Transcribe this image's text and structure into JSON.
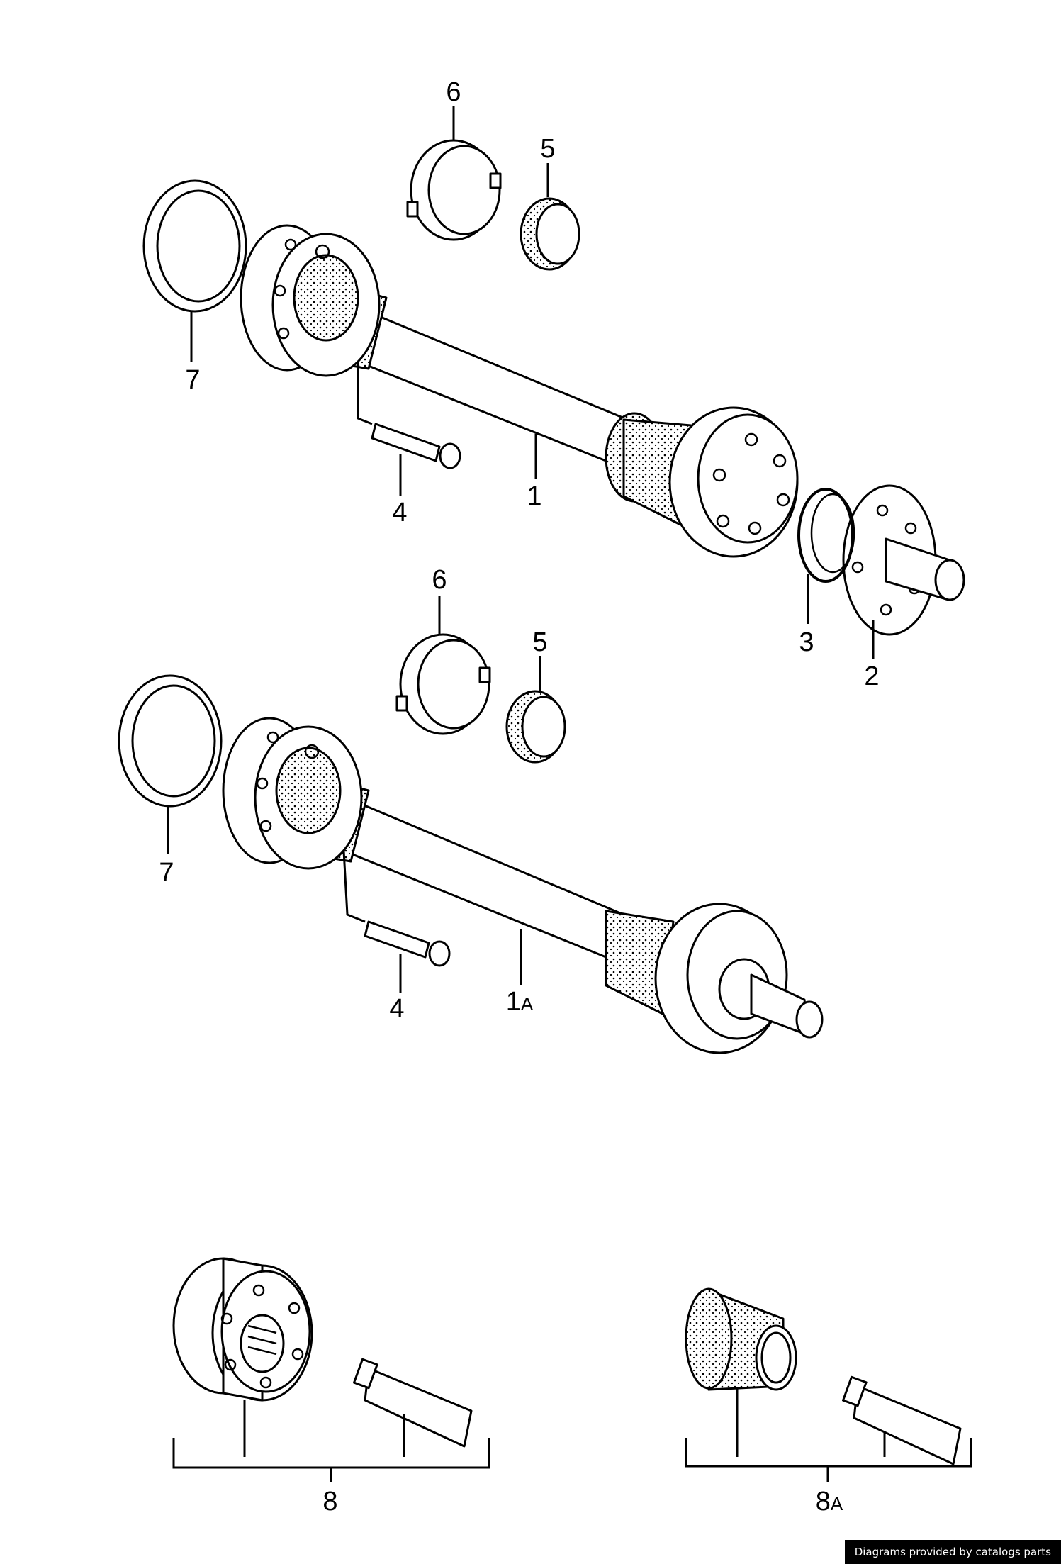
{
  "callouts": {
    "c1": "1",
    "c1a_main": "1",
    "c1a_suffix": "A",
    "c2": "2",
    "c3": "3",
    "c4_top": "4",
    "c4_mid": "4",
    "c5_top": "5",
    "c5_mid": "5",
    "c6_top": "6",
    "c6_mid": "6",
    "c7_top": "7",
    "c7_mid": "7",
    "c8": "8",
    "c8a_main": "8",
    "c8a_suffix": "A"
  },
  "footer": {
    "credit": "Diagrams provided by catalogs parts"
  }
}
